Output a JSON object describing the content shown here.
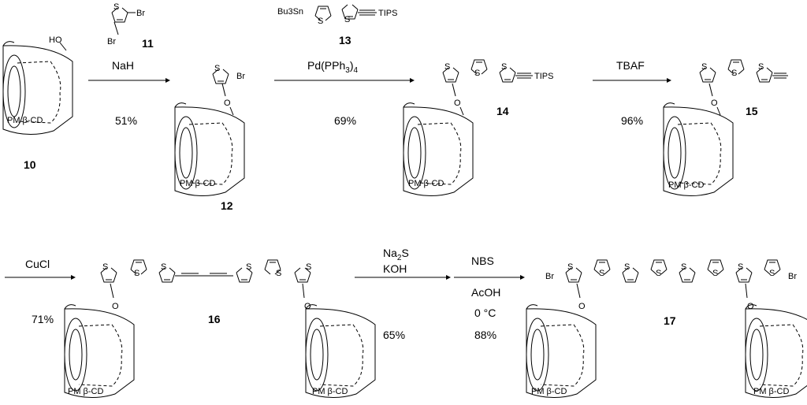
{
  "scheme": {
    "compounds": {
      "c10": {
        "number": "10",
        "cd_label": "PM β-CD",
        "substituent": "HO"
      },
      "c11": {
        "number": "11",
        "br": "Br",
        "br_ch2": "Br",
        "s": "S"
      },
      "c12": {
        "number": "12",
        "cd_label": "PM β-CD",
        "o": "O",
        "s": "S",
        "br": "Br"
      },
      "c13": {
        "number": "13",
        "stannyl": "Bu3Sn",
        "tips": "TIPS",
        "s": "S"
      },
      "c14": {
        "number": "14",
        "cd_label": "PM β-CD",
        "o": "O",
        "tips": "TIPS",
        "s": "S"
      },
      "c15": {
        "number": "15",
        "cd_label": "PM β-CD",
        "o": "O",
        "s": "S"
      },
      "c16": {
        "number": "16",
        "cd_label": "PM β-CD",
        "o": "O",
        "s": "S"
      },
      "c17": {
        "number": "17",
        "cd_label": "PM β-CD",
        "o": "O",
        "s": "S",
        "br": "Br"
      }
    },
    "steps": [
      {
        "reagent": "NaH",
        "yield": "51%"
      },
      {
        "reagent": "Pd(PPh3)4",
        "yield": "69%"
      },
      {
        "reagent": "TBAF",
        "yield": "96%"
      },
      {
        "reagent": "CuCl",
        "yield": "71%"
      },
      {
        "reagents": [
          "Na2S",
          "KOH"
        ],
        "yield": "65%"
      },
      {
        "reagents": [
          "NBS",
          "AcOH",
          "0 °C"
        ],
        "yield": "88%"
      }
    ]
  }
}
